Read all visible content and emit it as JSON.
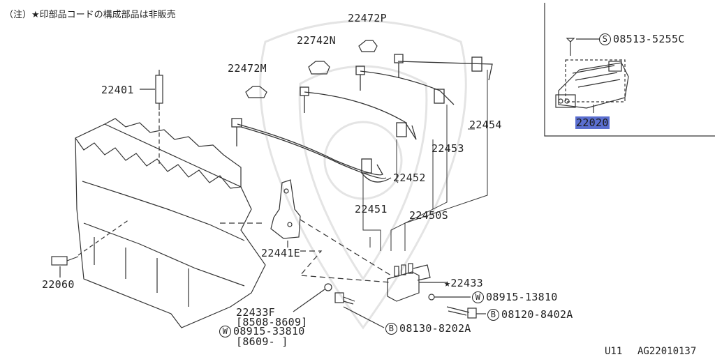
{
  "diagram": {
    "note": "（注）★印部品コードの構成部品は非販売",
    "footer_page": "U11",
    "footer_code": "AG22010137",
    "highlight_color": "#5b6fd0",
    "part_labels": {
      "p22401": "22401",
      "p22472M": "22472M",
      "p22742N": "22742N",
      "p22472P": "22472P",
      "p22454": "22454",
      "p22453": "22453",
      "p22452": "22452",
      "p22451": "22451",
      "p22450S": "22450S",
      "p22441E": "22441E",
      "p22060": "22060",
      "p22433": "★22433",
      "p22433F": "22433F",
      "range1": "[8508-8609]",
      "range2": "[8609-    ]",
      "p22020": "22020"
    },
    "fasteners": {
      "s08513": {
        "marker": "S",
        "code": "08513-5255C"
      },
      "w08915a": {
        "marker": "W",
        "code": "08915-13810"
      },
      "b08120": {
        "marker": "B",
        "code": "08120-8402A"
      },
      "w08915b": {
        "marker": "W",
        "code": "08915-33810"
      },
      "b08130": {
        "marker": "B",
        "code": "08130-8202A"
      }
    }
  }
}
